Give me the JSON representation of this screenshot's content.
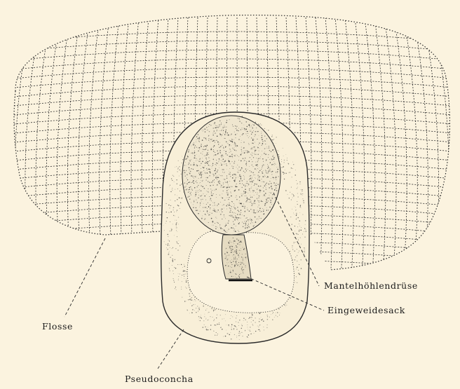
{
  "labels": {
    "flosse": "Flosse",
    "mantelhoehlendruese": "Mantelhöhlendrüse",
    "eingeweidesack": "Eingeweidesack",
    "pseudoconcha": "Pseudoconcha"
  },
  "colors": {
    "paper": "#fbf3df",
    "ink": "#2a2a2a"
  }
}
